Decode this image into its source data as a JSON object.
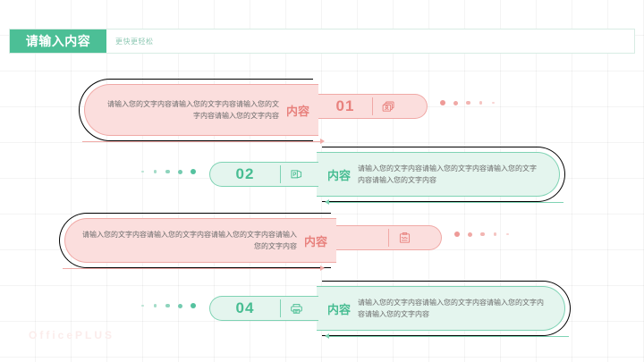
{
  "header": {
    "title": "请输入内容",
    "subtitle": "更快更轻松"
  },
  "colors": {
    "green": "#4cbf96",
    "green_border": "#7fd3b4",
    "green_fill": "#e4f5ee",
    "pink": "#e8817d",
    "pink_border": "#f0a9a6",
    "pink_fill": "#fbdedd",
    "grid": "#f0f0f0",
    "body_text": "#6b6b6b"
  },
  "rows": [
    {
      "number": "01",
      "label": "内容",
      "body": "请输入您的文字内容请输入您的文字内容请输入您的文字内容请输入您的文字内容",
      "icon": "contact-cards-icon",
      "theme": "pink",
      "side": "left"
    },
    {
      "number": "02",
      "label": "内容",
      "body": "请输入您的文字内容请输入您的文字内容请输入您的文字内容请输入您的文字内容",
      "icon": "parking-sign-icon",
      "theme": "green",
      "side": "right"
    },
    {
      "number": "",
      "label": "内容",
      "body": "请输入您的文字内容请输入您的文字内容请输入您的文字内容请输入您的文字内容",
      "icon": "document-wave-icon",
      "theme": "pink",
      "side": "left"
    },
    {
      "number": "04",
      "label": "内容",
      "body": "请输入您的文字内容请输入您的文字内容请输入您的文字内容请输入您的文字内容",
      "icon": "printer-icon",
      "theme": "green",
      "side": "right"
    }
  ],
  "watermark": "OfficePLUS"
}
